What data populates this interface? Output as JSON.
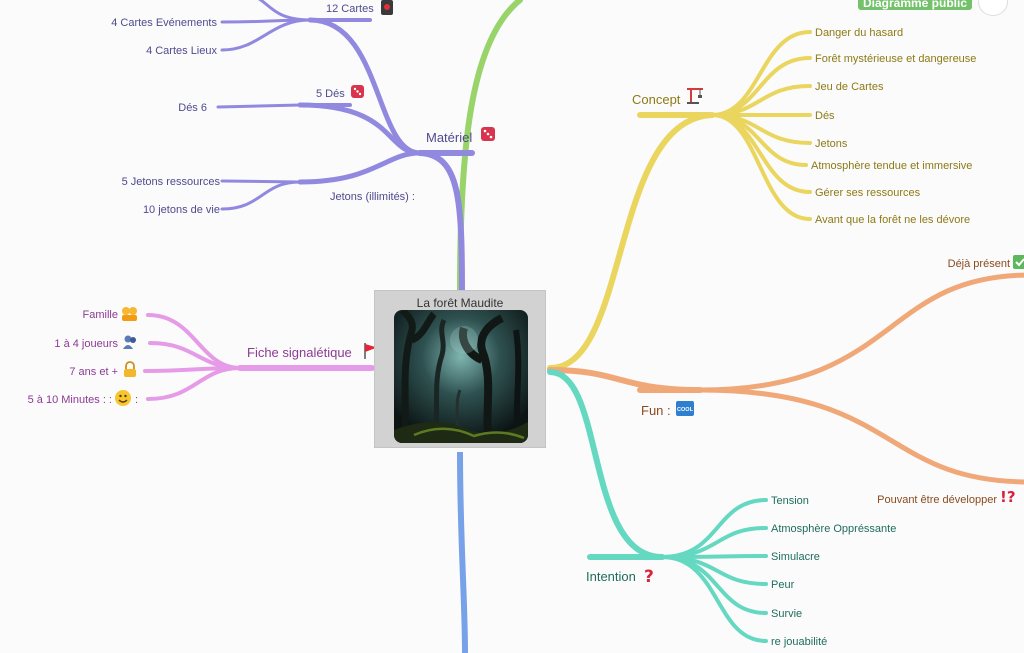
{
  "header": {
    "public_diagram_button": "Diagramme public"
  },
  "center": {
    "title": "La forêt Maudite",
    "image_alt": "forêt sombre"
  },
  "branches": {
    "materiel": {
      "label": "Matériel",
      "color": "#9189e0",
      "cartes": {
        "label": "12 Cartes",
        "items": [
          "4 Cartes Evénements",
          "4 Cartes Lieux"
        ]
      },
      "des": {
        "label": "5 Dés",
        "items": [
          "Dés 6"
        ]
      },
      "jetons": {
        "label": "Jetons (illimités) :",
        "items": [
          "5 Jetons ressources",
          "10 jetons de vie"
        ]
      }
    },
    "fiche": {
      "label": "Fiche signalétique",
      "color": "#e59be8",
      "items": [
        "Famille",
        "1 à 4 joueurs",
        "7 ans et +",
        "5 à 10 Minutes : :"
      ]
    },
    "concept": {
      "label": "Concept",
      "color": "#ead65f",
      "items": [
        "Danger du hasard",
        "Forêt mystérieuse et dangereuse",
        "Jeu de Cartes",
        "Dés",
        "Jetons",
        "Atmosphère tendue et immersive",
        "Gérer ses ressources",
        "Avant que la forêt ne les dévore"
      ]
    },
    "fun": {
      "label": "Fun :",
      "badge": "COOL",
      "color": "#f0a878",
      "items": [
        "Déjà présent",
        "Pouvant être développer"
      ]
    },
    "intention": {
      "label": "Intention",
      "color": "#64d8c0",
      "items": [
        "Tension",
        "Atmosphère Oppréssante",
        "Simulacre",
        "Peur",
        "Survie",
        "re jouabilité"
      ]
    }
  },
  "other_branch_colors": {
    "top": "#98d46a",
    "bottom": "#78a2e8"
  }
}
